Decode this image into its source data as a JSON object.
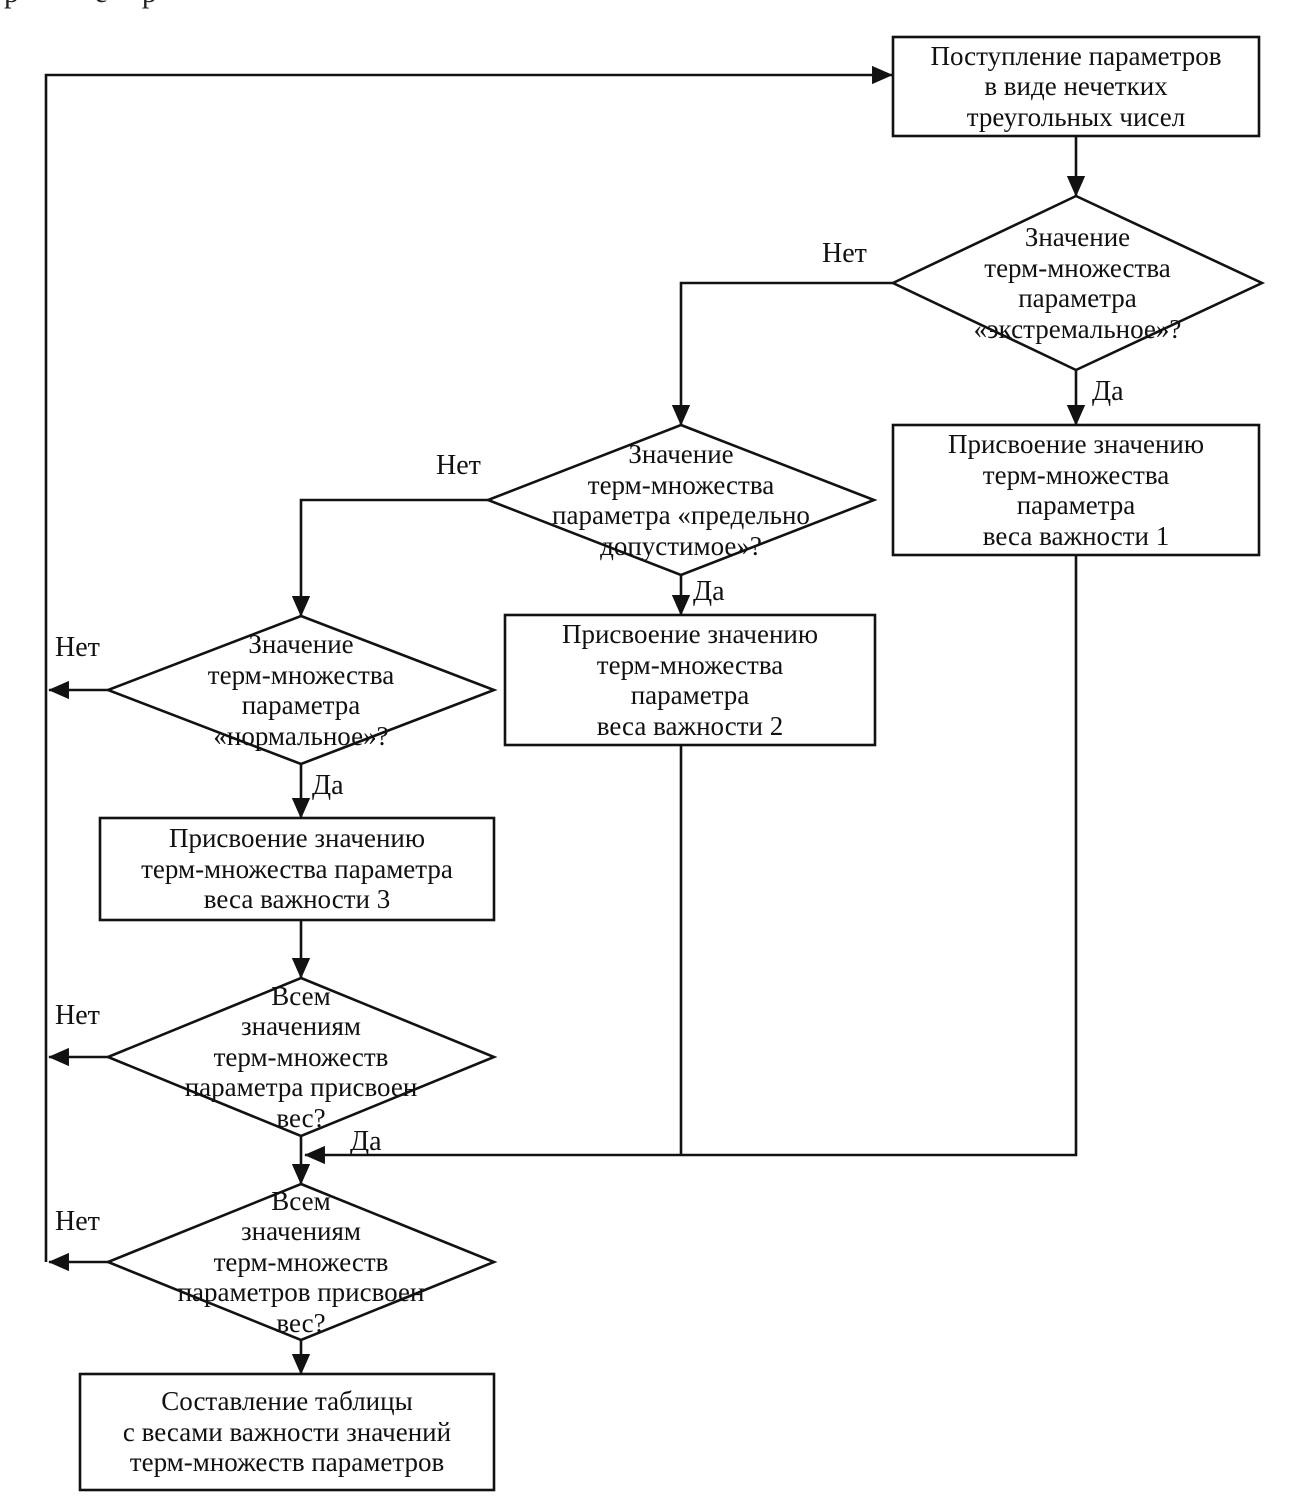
{
  "flowchart": {
    "top_fragment": "р ер",
    "nodes": {
      "start": {
        "label": "Поступление параметров\nв виде нечетких\nтреугольных чисел"
      },
      "decision_extreme": {
        "label": "Значение\nтерм-множества\nпараметра\n«экстремальное»?"
      },
      "assign_weight_1": {
        "label": "Присвоение значению\nтерм-множества\nпараметра\nвеса важности 1"
      },
      "decision_limit": {
        "label": "Значение\nтерм-множества\nпараметра «предельно\nдопустимое»?"
      },
      "assign_weight_2": {
        "label": "Присвоение значению\nтерм-множества\nпараметра\nвеса важности 2"
      },
      "decision_normal": {
        "label": "Значение\nтерм-множества\nпараметра\n«нормальное»?"
      },
      "assign_weight_3": {
        "label": "Присвоение значению\nтерм-множества параметра\nвеса важности 3"
      },
      "decision_all_terms_parameter": {
        "label": "Всем\nзначениям\nтерм-множеств\nпараметра присвоен\nвес?"
      },
      "decision_all_terms_parameters": {
        "label": "Всем\nзначениям\nтерм-множеств\nпараметров присвоен\nвес?"
      },
      "final_table": {
        "label": "Составление таблицы\nс весами важности значений\nтерм-множеств параметров"
      }
    },
    "edge_labels": {
      "no": "Нет",
      "yes": "Да"
    },
    "colors": {
      "stroke": "#121212",
      "fill": "#ffffff",
      "background": "#ffffff"
    }
  }
}
